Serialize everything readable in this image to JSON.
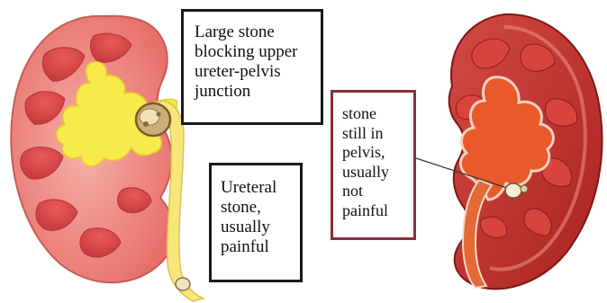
{
  "colors": {
    "box_border_dark": "#1a1a1a",
    "box_border_red": "#8b2e3a",
    "kidney_pink": "#f0938f",
    "kidney_red": "#c8342e",
    "urine_yellow": "#f6e64a"
  },
  "labels": {
    "upper_junction": "Large stone\nblocking upper\nureter-pelvis\njunction",
    "ureteral": "Ureteral\nstone,\nusually\npainful",
    "pelvis": "stone\nstill in\npelvis,\nusually\nnot\npainful"
  }
}
